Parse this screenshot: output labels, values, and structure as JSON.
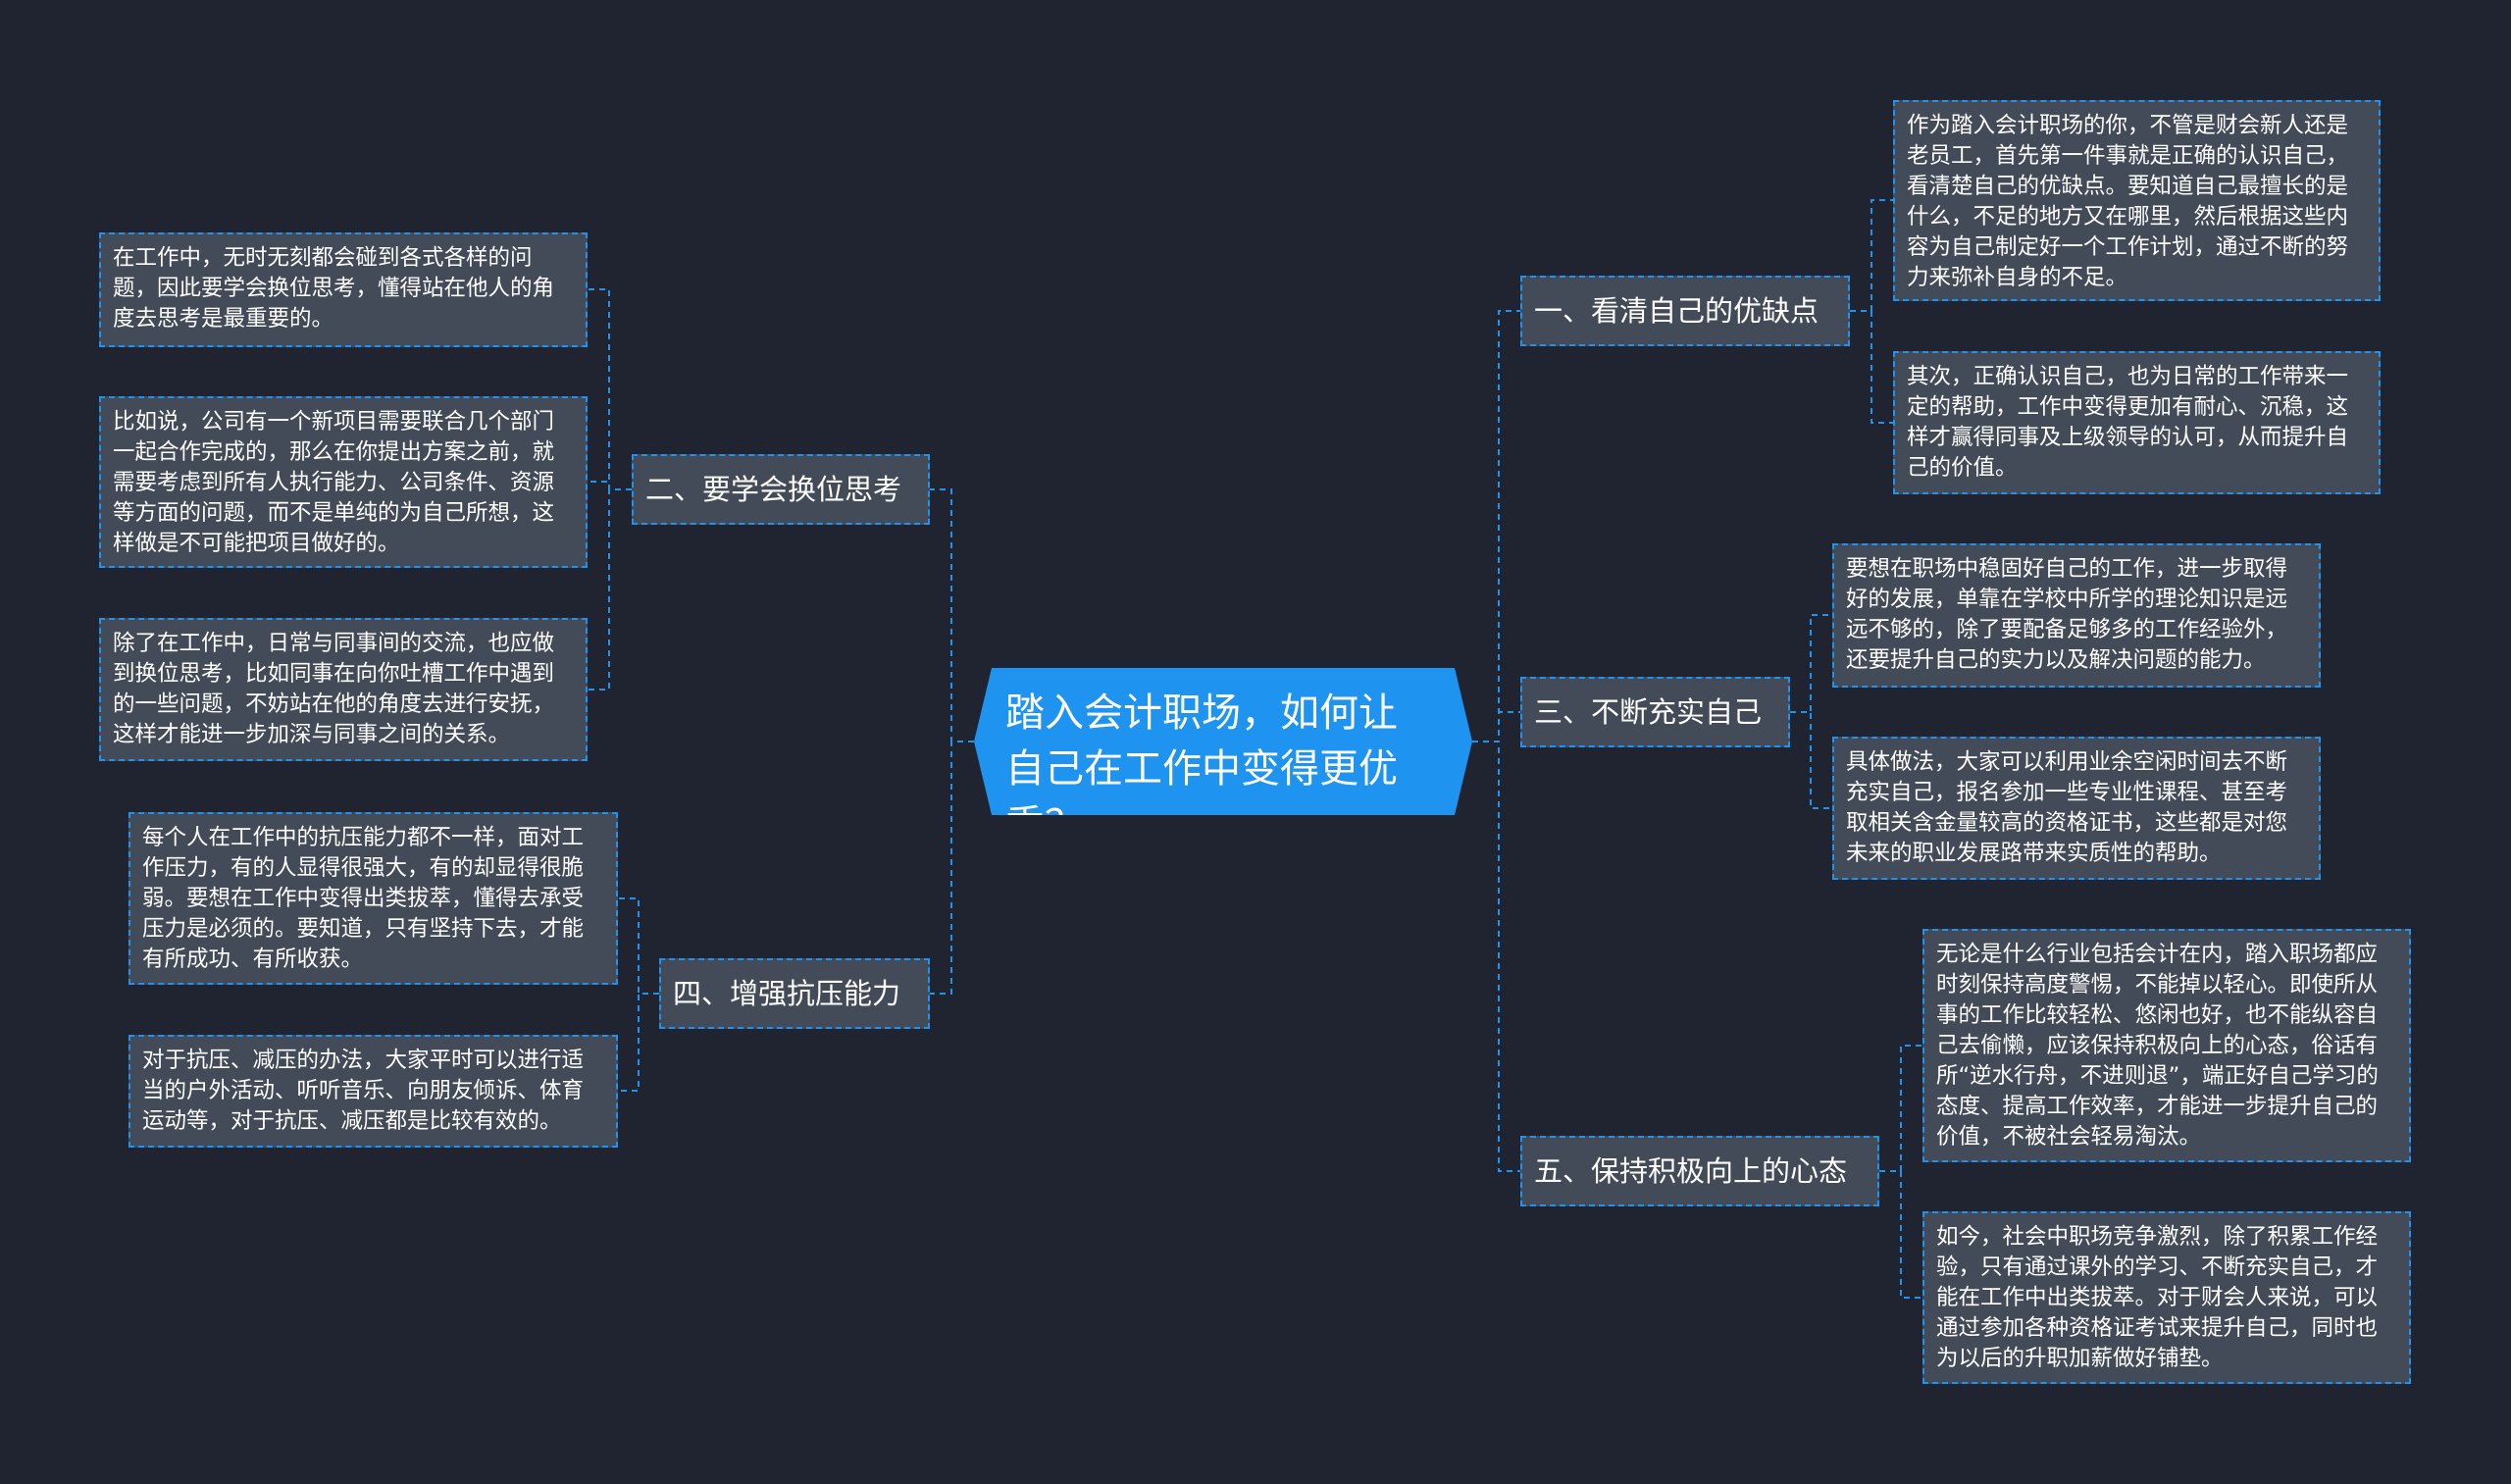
{
  "center": {
    "title": "踏入会计职场，如何让自己在工作中变得更优秀？"
  },
  "branches": {
    "b1": {
      "label": "一、看清自己的优缺点",
      "details": [
        "作为踏入会计职场的你，不管是财会新人还是老员工，首先第一件事就是正确的认识自己，看清楚自己的优缺点。要知道自己最擅长的是什么，不足的地方又在哪里，然后根据这些内容为自己制定好一个工作计划，通过不断的努力来弥补自身的不足。",
        "其次，正确认识自己，也为日常的工作带来一定的帮助，工作中变得更加有耐心、沉稳，这样才赢得同事及上级领导的认可，从而提升自己的价值。"
      ]
    },
    "b2": {
      "label": "二、要学会换位思考",
      "details": [
        "在工作中，无时无刻都会碰到各式各样的问题，因此要学会换位思考，懂得站在他人的角度去思考是最重要的。",
        "比如说，公司有一个新项目需要联合几个部门一起合作完成的，那么在你提出方案之前，就需要考虑到所有人执行能力、公司条件、资源等方面的问题，而不是单纯的为自己所想，这样做是不可能把项目做好的。",
        "除了在工作中，日常与同事间的交流，也应做到换位思考，比如同事在向你吐槽工作中遇到的一些问题，不妨站在他的角度去进行安抚，这样才能进一步加深与同事之间的关系。"
      ]
    },
    "b3": {
      "label": "三、不断充实自己",
      "details": [
        "要想在职场中稳固好自己的工作，进一步取得好的发展，单靠在学校中所学的理论知识是远远不够的，除了要配备足够多的工作经验外，还要提升自己的实力以及解决问题的能力。",
        "具体做法，大家可以利用业余空闲时间去不断充实自己，报名参加一些专业性课程、甚至考取相关含金量较高的资格证书，这些都是对您未来的职业发展路带来实质性的帮助。"
      ]
    },
    "b4": {
      "label": "四、增强抗压能力",
      "details": [
        "每个人在工作中的抗压能力都不一样，面对工作压力，有的人显得很强大，有的却显得很脆弱。要想在工作中变得出类拔萃，懂得去承受压力是必须的。要知道，只有坚持下去，才能有所成功、有所收获。",
        "对于抗压、减压的办法，大家平时可以进行适当的户外活动、听听音乐、向朋友倾诉、体育运动等，对于抗压、减压都是比较有效的。"
      ]
    },
    "b5": {
      "label": "五、保持积极向上的心态",
      "details": [
        "无论是什么行业包括会计在内，踏入职场都应时刻保持高度警惕，不能掉以轻心。即使所从事的工作比较轻松、悠闲也好，也不能纵容自己去偷懒，应该保持积极向上的心态，俗话有所“逆水行舟，不进则退”，端正好自己学习的态度、提高工作效率，才能进一步提升自己的价值，不被社会轻易淘汰。",
        "如今，社会中职场竞争激烈，除了积累工作经验，只有通过课外的学习、不断充实自己，才能在工作中出类拔萃。对于财会人来说，可以通过参加各种资格证考试来提升自己，同时也为以后的升职加薪做好铺垫。"
      ]
    }
  },
  "colors": {
    "background": "#1f2430",
    "node_fill": "#444b58",
    "accent": "#1e94f0",
    "text": "#ffffff"
  }
}
